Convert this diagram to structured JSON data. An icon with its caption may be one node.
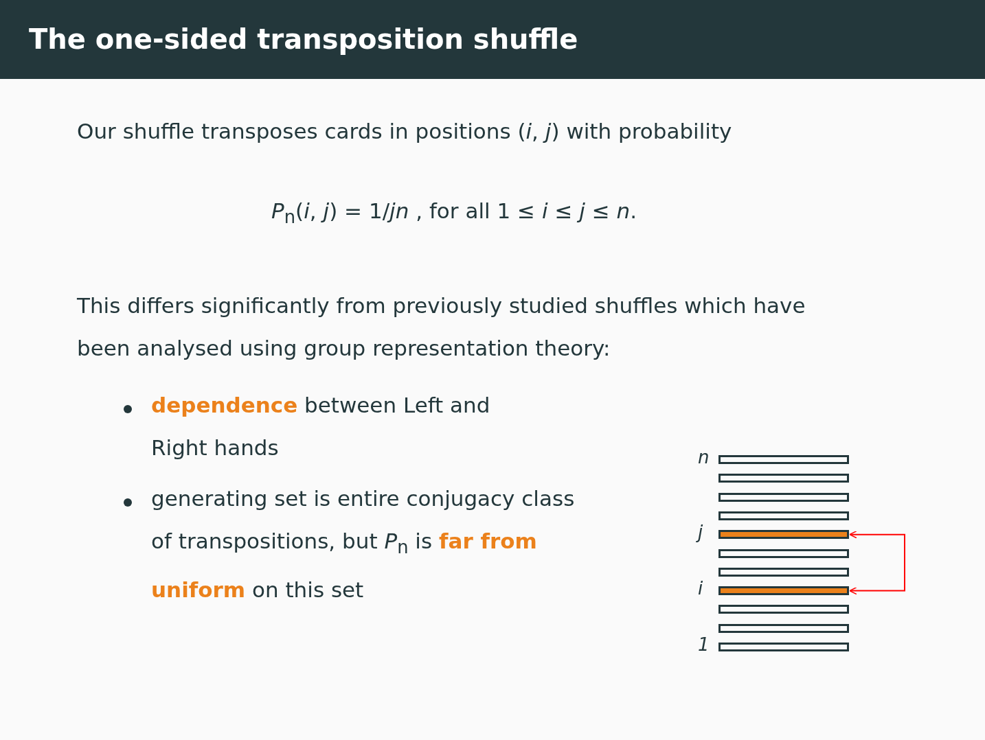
{
  "diagram": {
    "title": "The one-sided transposition shuffle",
    "nodes": [
      {
        "text": [],
        "shape": "bar",
        "beside": [
          "n"
        ]
      },
      {
        "text": [],
        "shape": "bar"
      },
      {
        "text": [],
        "shape": "bar"
      },
      {
        "text": [],
        "shape": "bar"
      },
      {
        "text": [],
        "shape": "bar",
        "beside": [
          "j"
        ]
      },
      {
        "text": [],
        "shape": "bar"
      },
      {
        "text": [],
        "shape": "bar"
      },
      {
        "text": [],
        "shape": "bar",
        "beside": [
          "i"
        ]
      },
      {
        "text": [],
        "shape": "bar"
      },
      {
        "text": [],
        "shape": "bar"
      },
      {
        "text": [],
        "shape": "bar",
        "beside": [
          "1"
        ]
      }
    ],
    "edges": [
      {
        "from": 4,
        "to": 7,
        "arrow": "both",
        "color": "#ff0000"
      }
    ],
    "labels": [
      "Our shuffle transposes cards in positions (*i*, *j*) with probability",
      "*P*$_{n}$(*i*, *j*) = 1/*jn* , for all 1 ≤ *i* ≤ *j* ≤ *n*.",
      "This differs significantly from previously studied shuffles which have been analysed using group representation theory:",
      "**dependence** between Left and Right hands",
      "generating set is entire conjugacy class of transpositions, but *P*$_{n}$ is **far from uniform** on this set"
    ]
  }
}
